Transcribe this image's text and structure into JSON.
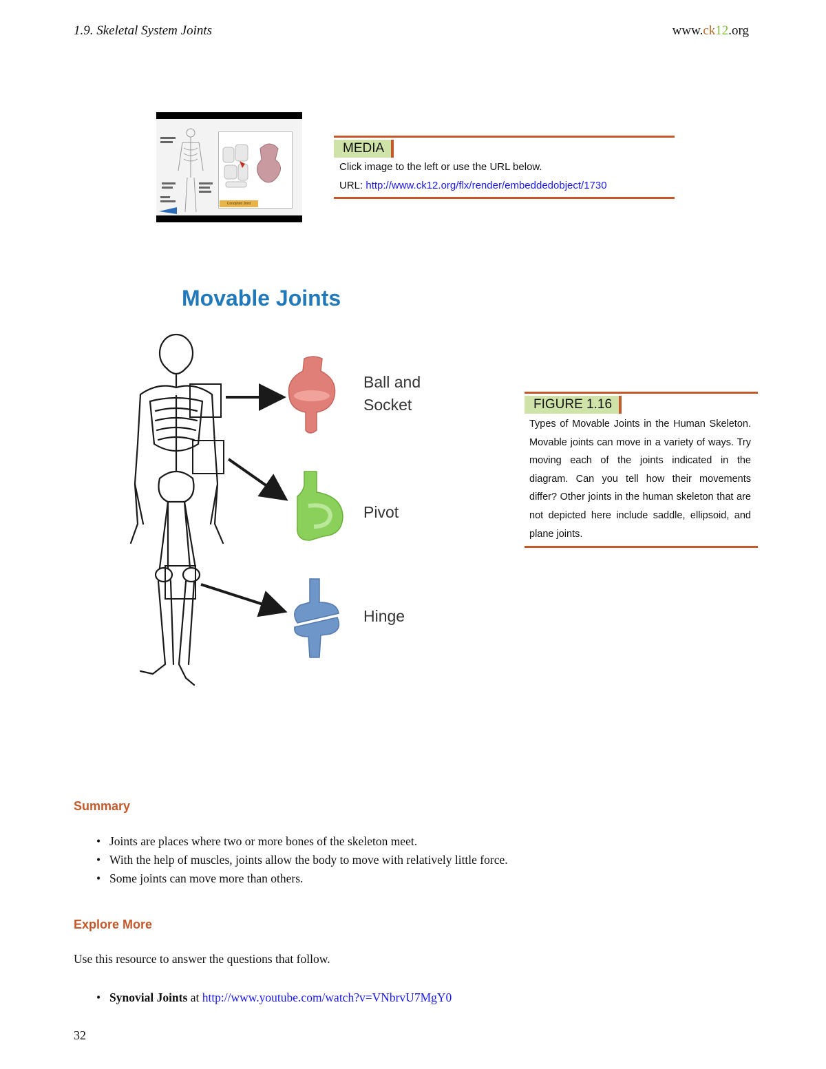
{
  "header": {
    "chapter": "1.9. Skeletal System Joints",
    "site_prefix": "www.",
    "site_ck": "ck",
    "site_12": "12",
    "site_suffix": ".org"
  },
  "media": {
    "tag": "MEDIA",
    "line1": "Click image to the left or use the URL below.",
    "url_label": "URL:",
    "url": "http://www.ck12.org/flx/render/embeddedobject/1730",
    "thumb_button": "Condyloid Joint"
  },
  "diagram": {
    "title": "Movable Joints",
    "label_ball_1": "Ball and",
    "label_ball_2": "Socket",
    "label_pivot": "Pivot",
    "label_hinge": "Hinge",
    "colors": {
      "ball": "#e07f77",
      "pivot": "#8bd05a",
      "hinge": "#6e96c8",
      "title": "#2279b9"
    }
  },
  "figure": {
    "tag": "FIGURE 1.16",
    "caption": "Types of Movable Joints in the Human Skeleton. Movable joints can move in a variety of ways. Try moving each of the joints indicated in the diagram. Can you tell how their movements differ? Other joints in the human skeleton that are not depicted here include saddle, ellipsoid, and plane joints."
  },
  "summary": {
    "heading": "Summary",
    "items": [
      "Joints are places where two or more bones of the skeleton meet.",
      "With the help of muscles, joints allow the body to move with relatively little force.",
      "Some joints can move more than others."
    ]
  },
  "explore": {
    "heading": "Explore More",
    "intro": "Use this resource to answer the questions that follow.",
    "resource_title": "Synovial Joints",
    "resource_at": "at",
    "resource_url": "http://www.youtube.com/watch?v=VNbrvU7MgY0"
  },
  "page_number": "32",
  "accent_color": "#c5582a",
  "tag_bg_color": "#cfe3a8"
}
